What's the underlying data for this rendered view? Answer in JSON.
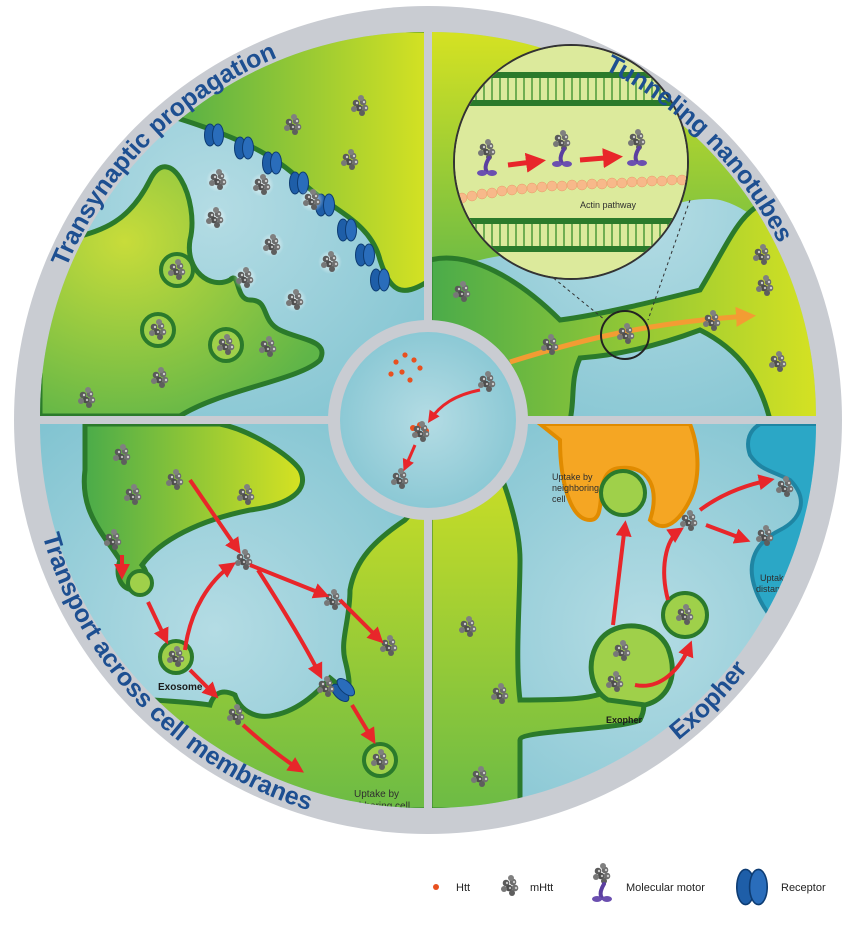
{
  "quadrants": {
    "top_left": {
      "title": "Transynaptic propagation"
    },
    "top_right": {
      "title": "Tunneling nanotubes",
      "inset_label": "Actin pathway"
    },
    "bottom_left": {
      "title": "Transport across cell membranes",
      "exosome_label": "Exosome",
      "uptake_label_line1": "Uptake by",
      "uptake_label_line2": "neighboring cell"
    },
    "bottom_right": {
      "title": "Exopher",
      "exopher_label": "Exopher",
      "uptake_neighbor_line1": "Uptake by",
      "uptake_neighbor_line2": "neighboring",
      "uptake_neighbor_line3": "cell",
      "uptake_distant_line1": "Uptake by",
      "uptake_distant_line2": "distant cell"
    }
  },
  "legend": {
    "items": [
      {
        "label": "Htt",
        "icon": "htt-dot-icon"
      },
      {
        "label": "mHtt",
        "icon": "mhtt-cluster-icon"
      },
      {
        "label": "Molecular motor",
        "icon": "molecular-motor-icon"
      },
      {
        "label": "Receptor",
        "icon": "receptor-icon"
      }
    ]
  },
  "colors": {
    "ring": "#c9ccd2",
    "membrane_dark": "#2b7a2b",
    "cell_green": "#8cc63f",
    "cell_yellow": "#d4e021",
    "medium_blue": "#9ccfd8",
    "arrow_red": "#e8262a",
    "title_blue": "#1d4f91",
    "receptor_blue": "#1e5ea8",
    "orange_cell": "#f5a623"
  }
}
